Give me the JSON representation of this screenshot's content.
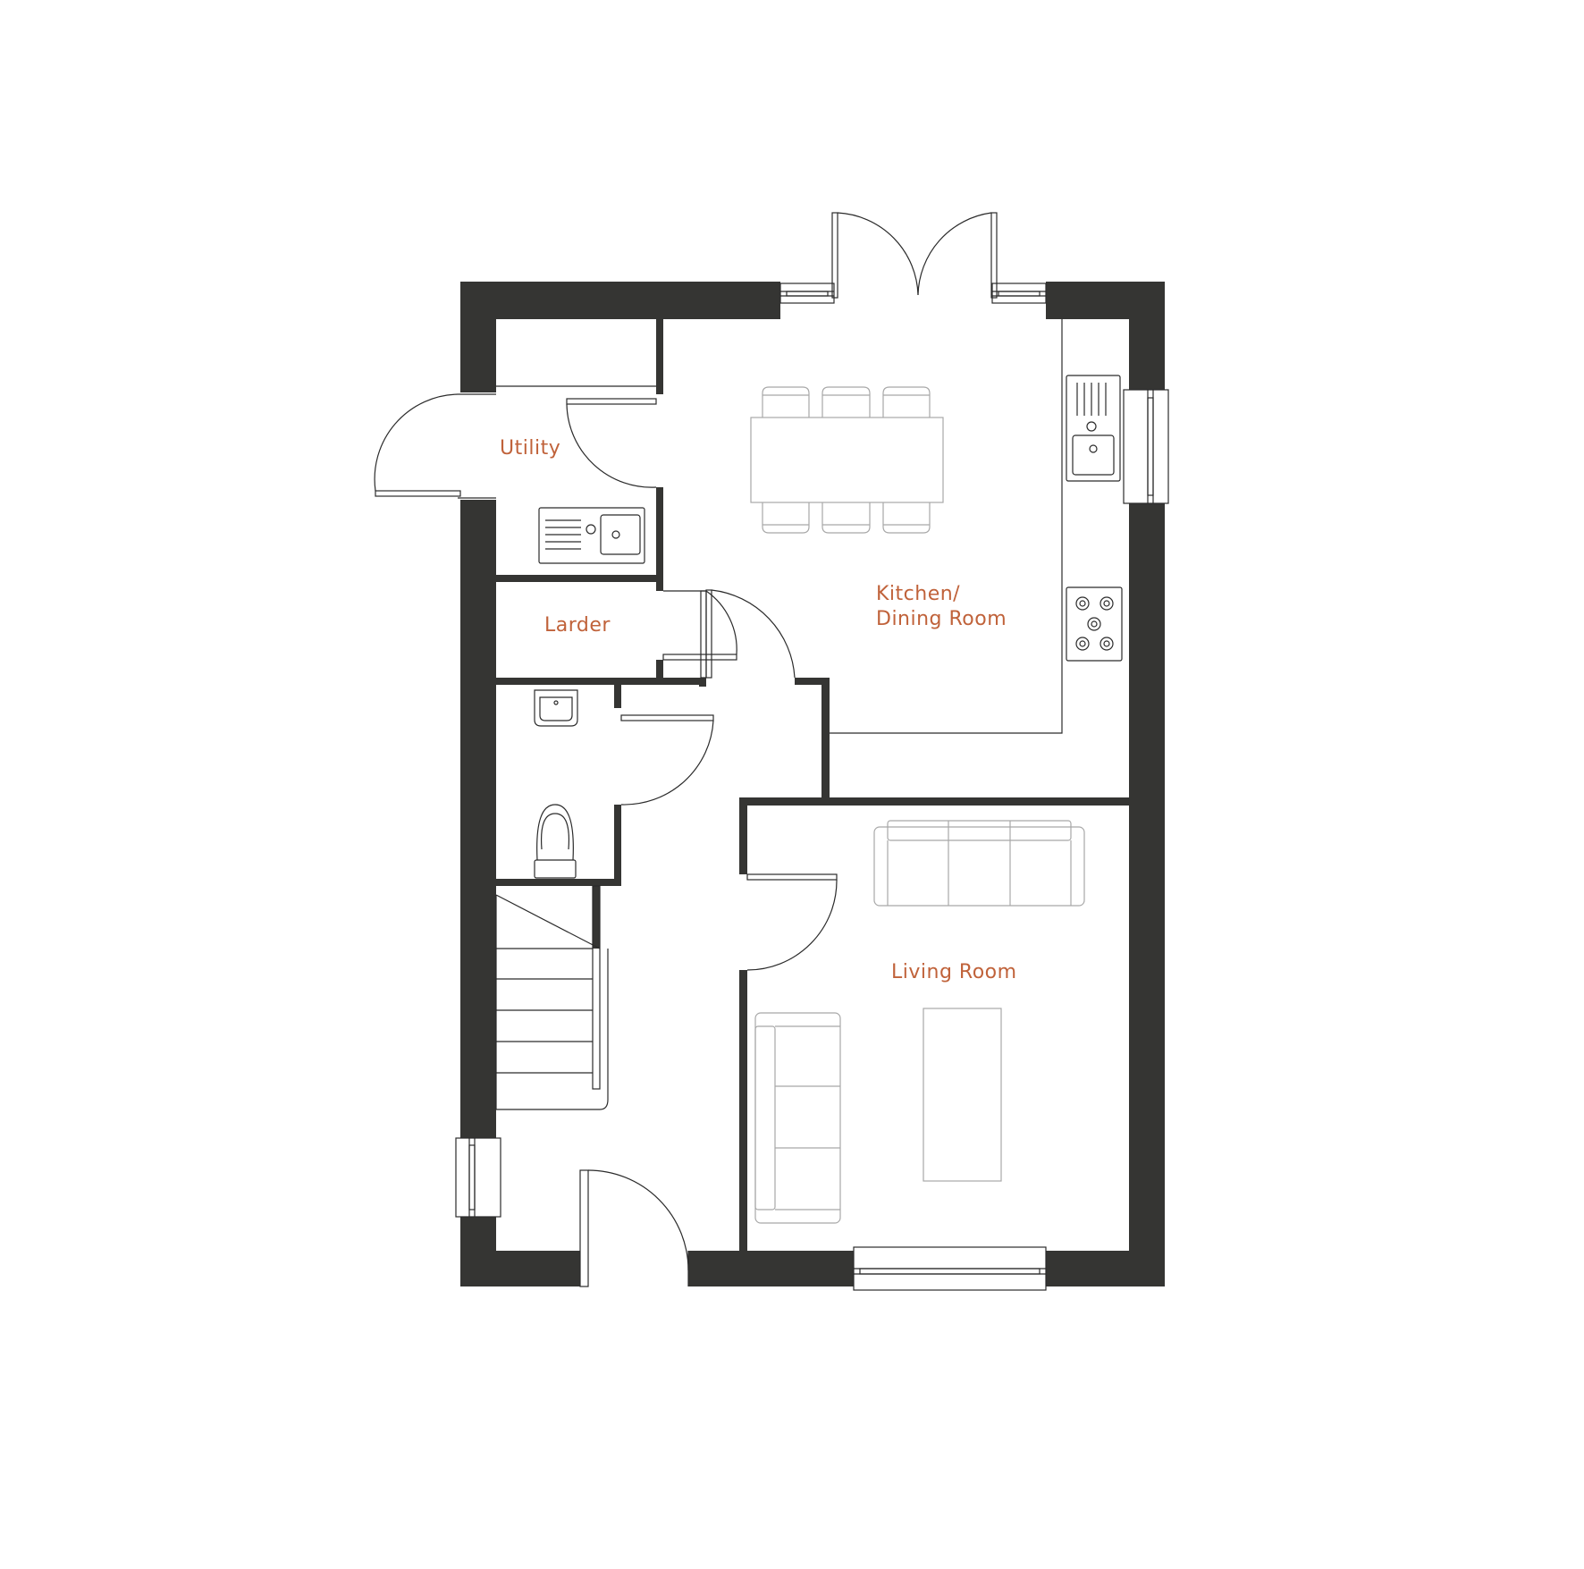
{
  "colors": {
    "wall": "#353533",
    "line": "#2b2b2b",
    "furniture": "#a8a8a8",
    "label": "#c0623a",
    "background": "#ffffff"
  },
  "rooms": {
    "utility": "Utility",
    "larder": "Larder",
    "kitchen_line1": "Kitchen/",
    "kitchen_line2": "Dining Room",
    "living": "Living Room"
  }
}
